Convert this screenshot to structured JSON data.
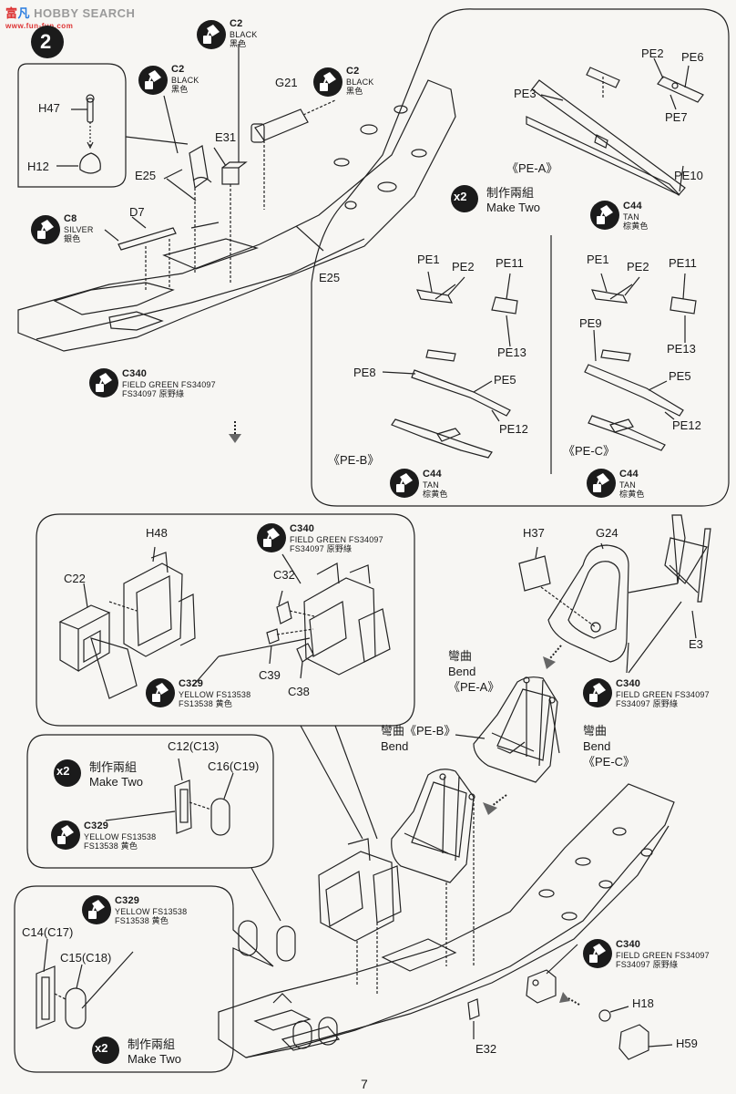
{
  "watermark": {
    "logo": "富 凡",
    "brand": "HOBBY SEARCH",
    "url": "www.fun-fun.com"
  },
  "step_number": "2",
  "page_number": "7",
  "make_two": {
    "times": "x2",
    "zh": "制作兩組",
    "en": "Make Two"
  },
  "paints": {
    "black": {
      "code": "C2",
      "en": "BLACK",
      "zh": "黑色"
    },
    "silver": {
      "code": "C8",
      "en": "SILVER",
      "zh": "銀色"
    },
    "field_green": {
      "code": "C340",
      "en": "FIELD GREEN FS34097",
      "zh": "FS34097 原野綠"
    },
    "tan": {
      "code": "C44",
      "en": "TAN",
      "zh": "棕黄色"
    },
    "yellow": {
      "code": "C329",
      "en": "YELLOW  FS13538",
      "zh": "FS13538 黄色"
    }
  },
  "groups": {
    "pe_a": "《PE-A》",
    "pe_b": "《PE-B》",
    "pe_c": "《PE-C》"
  },
  "bend": {
    "zh": "彎曲",
    "en": "Bend",
    "a": "彎曲\nBend\n《PE-A》",
    "b": "彎曲《PE-B》\nBend",
    "c": "彎曲\nBend\n《PE-C》"
  },
  "parts": {
    "H47": "H47",
    "H12": "H12",
    "E25": "E25",
    "E31": "E31",
    "G21": "G21",
    "D7": "D7",
    "PE1": "PE1",
    "PE2": "PE2",
    "PE3": "PE3",
    "PE5": "PE5",
    "PE6": "PE6",
    "PE7": "PE7",
    "PE8": "PE8",
    "PE9": "PE9",
    "PE10": "PE10",
    "PE11": "PE11",
    "PE12": "PE12",
    "PE13": "PE13",
    "H48": "H48",
    "C22": "C22",
    "C32": "C32",
    "C39": "C39",
    "C38": "C38",
    "H37": "H37",
    "G24": "G24",
    "E3": "E3",
    "C12": "C12(C13)",
    "C16": "C16(C19)",
    "C14": "C14(C17)",
    "C15": "C15(C18)",
    "E32": "E32",
    "H18": "H18",
    "H59": "H59"
  }
}
